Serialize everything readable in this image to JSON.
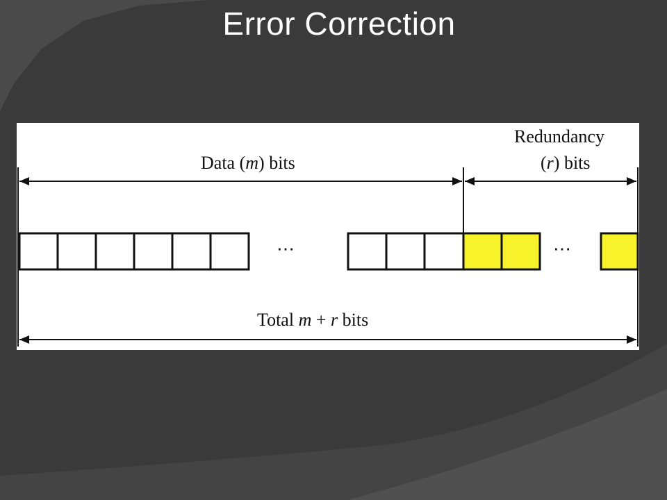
{
  "slide": {
    "title": "Error Correction"
  },
  "diagram": {
    "data_label_prefix": "Data (",
    "data_label_var": "m",
    "data_label_suffix": ") bits",
    "redundancy_label_line1": "Redundancy",
    "redundancy_label_line2_prefix": "(",
    "redundancy_label_line2_var": "r",
    "redundancy_label_line2_suffix": ") bits",
    "total_label_prefix": "Total ",
    "total_label_m": "m",
    "total_label_plus": " + ",
    "total_label_r": "r",
    "total_label_suffix": " bits",
    "ellipsis": "⋯",
    "colors": {
      "redundancy_fill": "#f7f22a",
      "data_fill": "#ffffff",
      "stroke": "#111111",
      "slide_background": "#3a3a3a",
      "swoosh": "#4a4a4a"
    }
  }
}
